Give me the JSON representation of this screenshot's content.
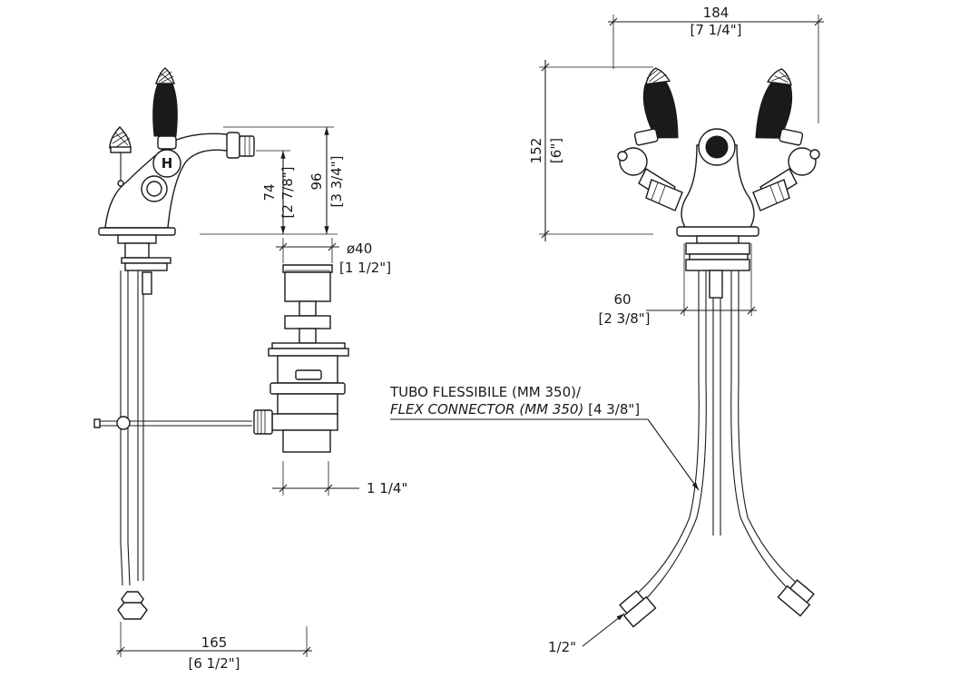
{
  "dimensions": {
    "d184": "184",
    "d184_in": "[7 1/4\"]",
    "d152": "152",
    "d152_in": "[6\"]",
    "d74": "74",
    "d74_in": "[2 7/8\"]",
    "d96": "96",
    "d96_in": "[3 3/4\"]",
    "d40": "ø40",
    "d40_in": "[1 1/2\"]",
    "d60": "60",
    "d60_in": "[2 3/8\"]",
    "d165": "165",
    "d165_in": "[6 1/2\"]",
    "d114": "1 1/4\"",
    "d12": "1/2\""
  },
  "labels": {
    "tubo": "TUBO FLESSIBILE (MM 350)/",
    "flex": "FLEX CONNECTOR (MM 350)",
    "flex_in": " [4 3/8\"]",
    "hot_mark": "H"
  },
  "colors": {
    "line": "#1a1a1a",
    "background": "#ffffff"
  }
}
